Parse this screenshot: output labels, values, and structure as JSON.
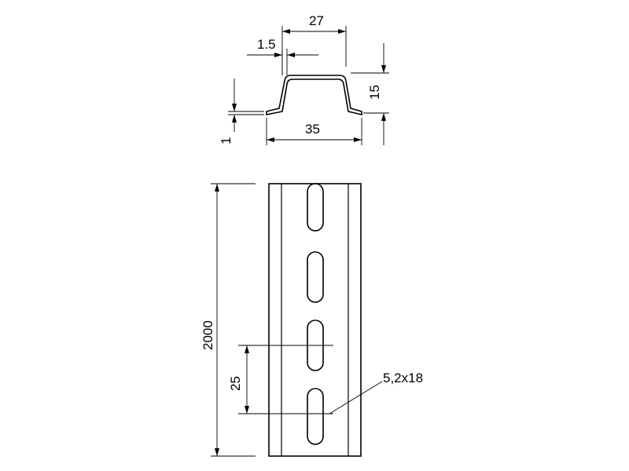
{
  "dimensions": {
    "top_width": "27",
    "thickness": "1.5",
    "height": "15",
    "base_width": "35",
    "flange": "1",
    "length": "2000",
    "slot_pitch": "25",
    "slot_size": "5,2x18"
  }
}
